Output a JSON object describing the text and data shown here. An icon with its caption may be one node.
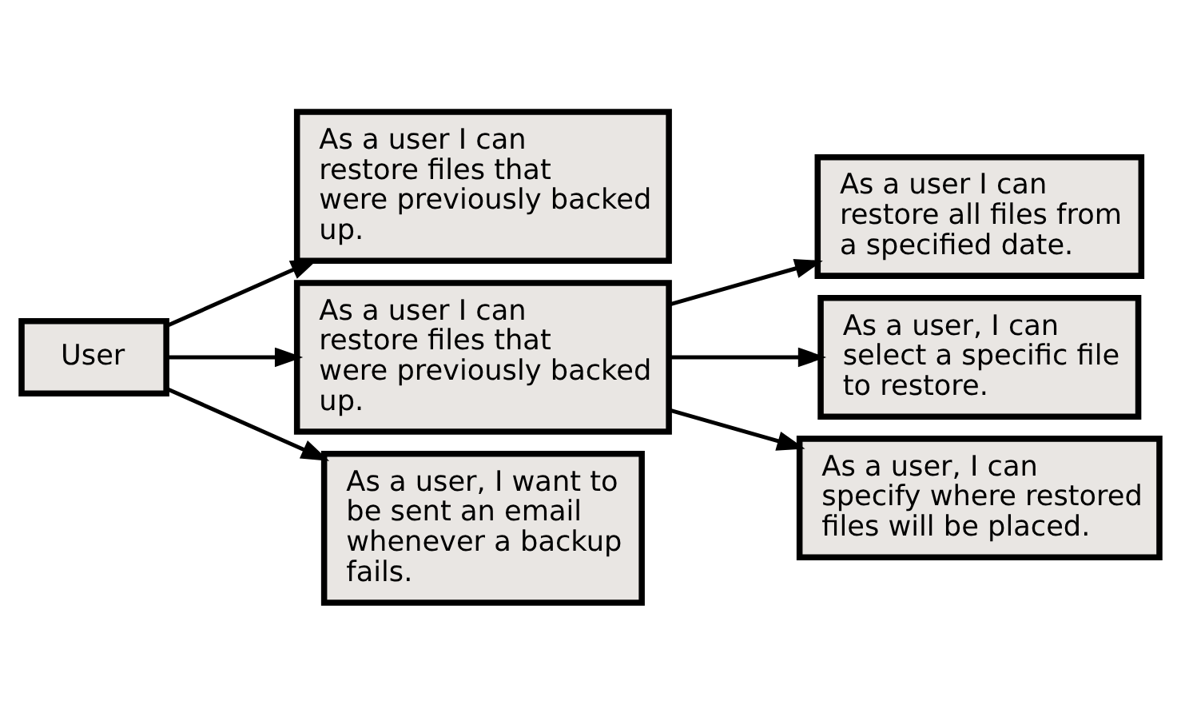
{
  "diagram": {
    "nodes": [
      {
        "text": [
          "User"
        ]
      },
      {
        "text": [
          "As a user I can restore files that were previously backed up."
        ]
      },
      {
        "text": [
          "As a user I can restore files that were previously backed up."
        ]
      },
      {
        "text": [
          "As a user, I want to be sent an email whenever a backup fails."
        ]
      },
      {
        "text": [
          "As a user I can restore all files from a specified date."
        ]
      },
      {
        "text": [
          "As a user, I can select a specific file to restore."
        ]
      },
      {
        "text": [
          "As a user, I can specify where restored files will be placed."
        ]
      }
    ],
    "edges": [
      {
        "from": 0,
        "to": 1,
        "arrow": "to"
      },
      {
        "from": 0,
        "to": 2,
        "arrow": "to"
      },
      {
        "from": 0,
        "to": 3,
        "arrow": "to"
      },
      {
        "from": 2,
        "to": 4,
        "arrow": "to"
      },
      {
        "from": 2,
        "to": 5,
        "arrow": "to"
      },
      {
        "from": 2,
        "to": 6,
        "arrow": "to"
      }
    ]
  }
}
